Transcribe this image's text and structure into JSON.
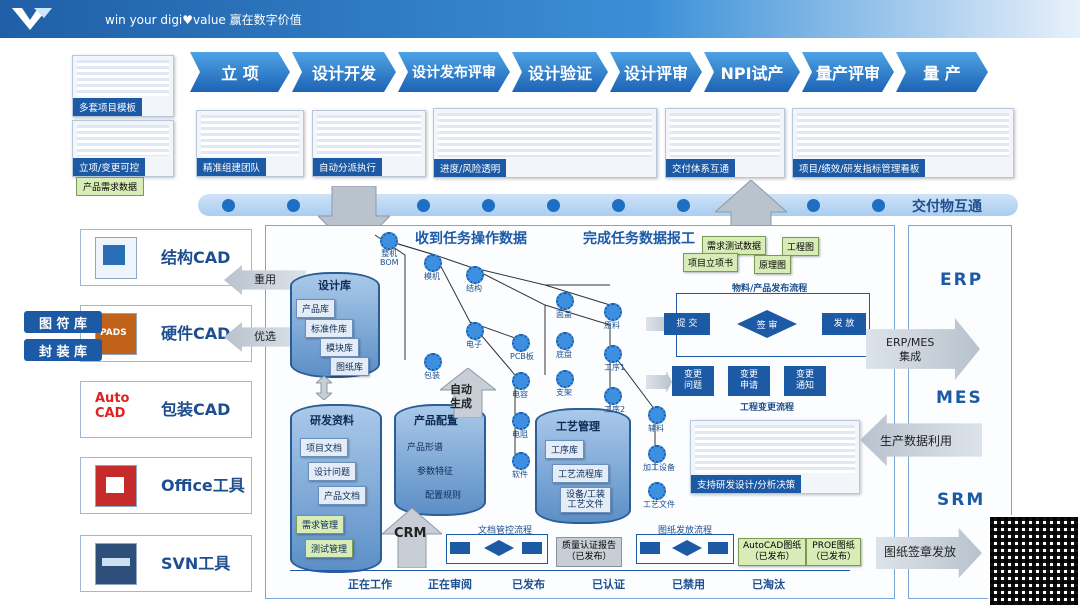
{
  "header": {
    "slogan": "win your digi♥value 赢在数字价值"
  },
  "phases": [
    "立 项",
    "设计开发",
    "设计发布评审",
    "设计验证",
    "设计评审",
    "NPI试产",
    "量产评审",
    "量 产"
  ],
  "screens": {
    "left_stack": [
      "多套项目模板",
      "立项/变更可控",
      "产品需求数据"
    ],
    "captions": [
      "精准组建团队",
      "自动分派执行",
      "进度/风险透明",
      "交付体系互通",
      "项目/绩效/研发指标管理看板"
    ]
  },
  "timeline_label": "交付物互通",
  "tools": [
    "结构CAD",
    "硬件CAD",
    "包装CAD",
    "Office工具",
    "SVN工具"
  ],
  "tool_icons": [
    "cad-window-icon",
    "pads-icon",
    "autocad-icon",
    "office-icon",
    "svn-icon"
  ],
  "side_tags": [
    "图 符 库",
    "封 装 库"
  ],
  "arrows": {
    "reuse": "重用",
    "select": "优选",
    "auto_gen": "自动\n生成",
    "crm": "CRM"
  },
  "sections": {
    "receive": "收到任务操作数据",
    "complete": "完成任务数据报工"
  },
  "db_design": {
    "title": "设计库",
    "items": [
      "产品库",
      "标准件库",
      "模块库",
      "图纸库"
    ]
  },
  "db_rnd": {
    "title": "研发资料",
    "items": [
      "项目文档",
      "设计问题",
      "产品文档",
      "需求管理",
      "测试管理"
    ]
  },
  "db_config": {
    "title": "产品配置",
    "items": [
      "产品形谱",
      "参数特征",
      "配置规则"
    ]
  },
  "db_process": {
    "title": "工艺管理",
    "items": [
      "工序库",
      "工艺流程库",
      "设备/工装\n工艺文件"
    ]
  },
  "gears": [
    "整机\nBOM",
    "结构",
    "电子",
    "包装",
    "模机",
    "PCB板",
    "电容",
    "电阻",
    "软件",
    "面盖",
    "底盘",
    "支架",
    "原料",
    "工序1",
    "工序2",
    "辅料",
    "加工设备",
    "工艺文件"
  ],
  "docs_top": [
    "需求测试数据",
    "工程图",
    "项目立项书",
    "原理图"
  ],
  "flow_release": {
    "title": "物料/产品发布流程",
    "steps": [
      "提 交",
      "签 审",
      "发 放"
    ]
  },
  "flow_change": {
    "title": "工程变更流程",
    "steps": [
      "变更\n问题",
      "变更\n申请",
      "变更\n通知"
    ]
  },
  "decision_caption": "支持研发设计/分析决策",
  "doc_flow": {
    "title": "文档管控流程",
    "report": "质量认证报告\n（已发布）"
  },
  "drawing_flow": {
    "title": "图纸发放流程",
    "docs": [
      "AutoCAD图纸\n（已发布）",
      "PROE图纸\n（已发布）"
    ]
  },
  "statuses": [
    "正在工作",
    "正在审阅",
    "已发布",
    "已认证",
    "已禁用",
    "已淘汰"
  ],
  "right": {
    "erp": "ERP",
    "mes": "MES",
    "srm": "SRM",
    "erp_mes": "ERP/MES\n集成",
    "prod_data": "生产数据利用",
    "drawing_out": "图纸签章发放"
  },
  "colors": {
    "brand": "#1d5aa6",
    "accent": "#3d8fe0"
  }
}
